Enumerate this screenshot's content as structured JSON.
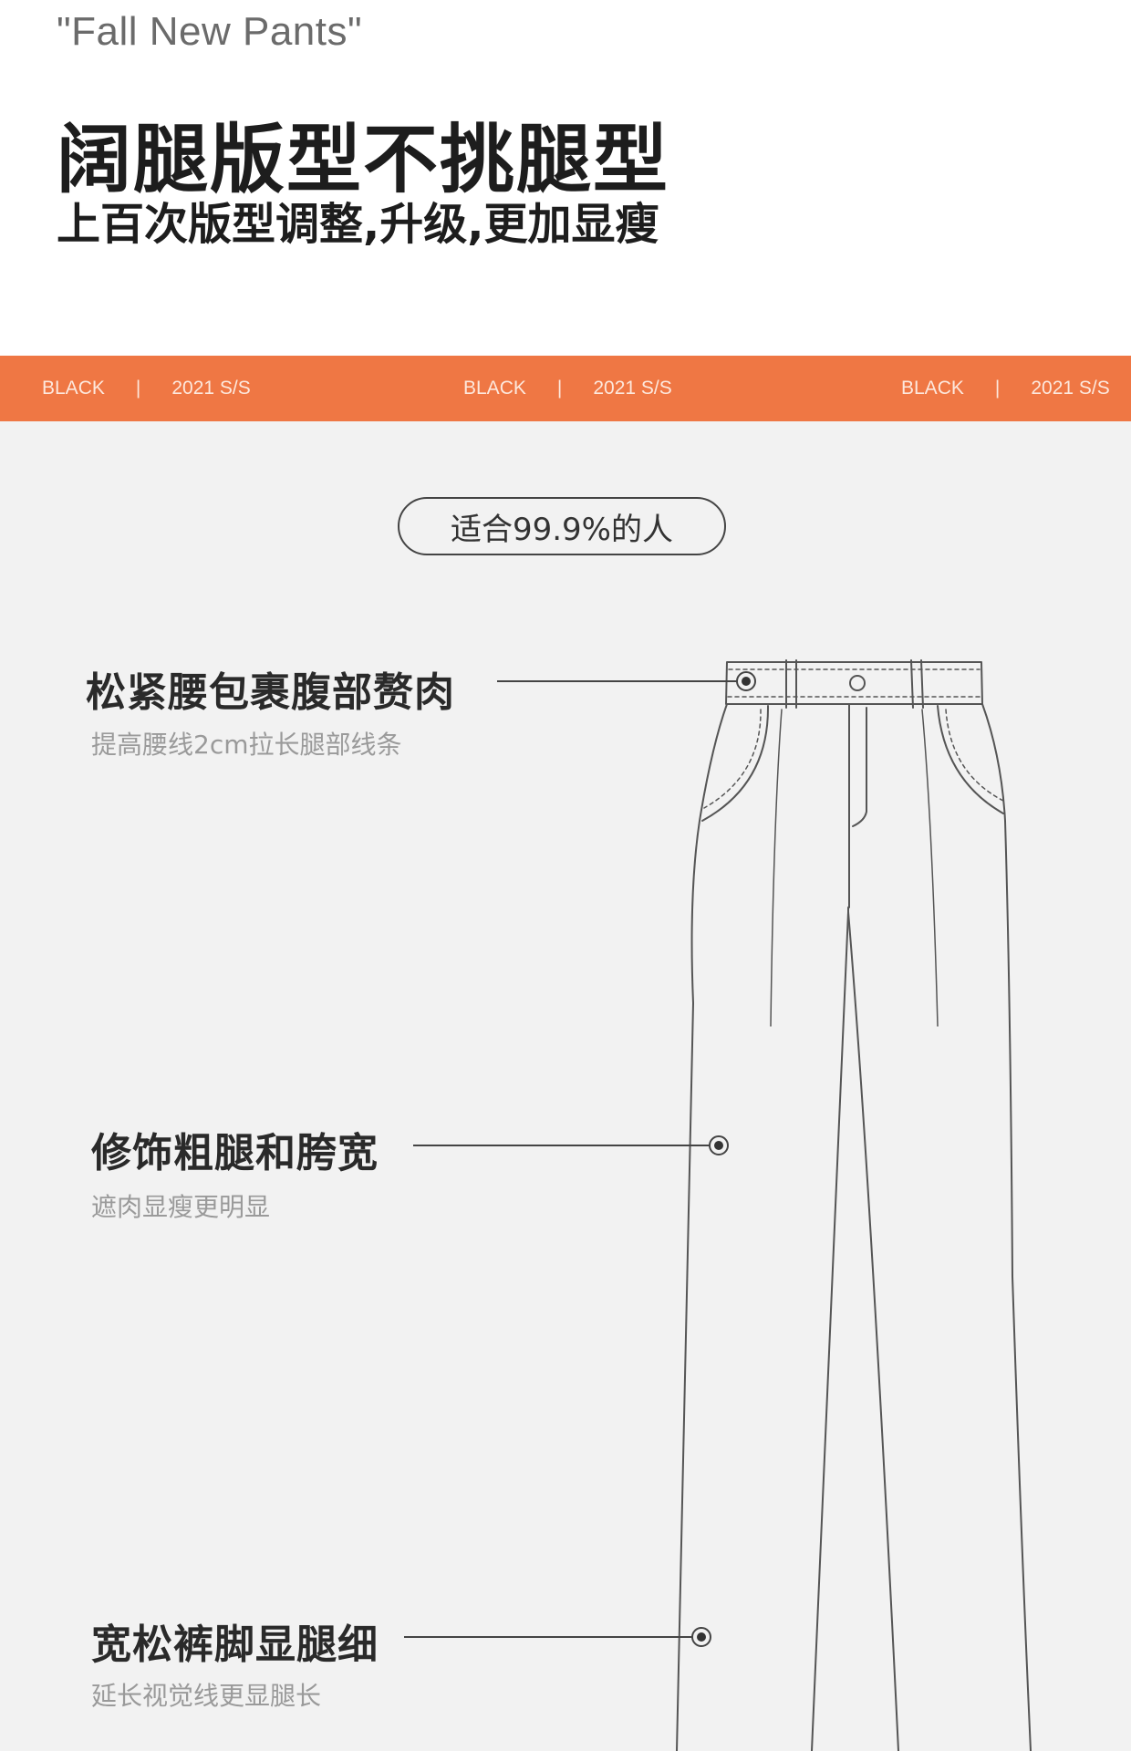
{
  "header": {
    "eyebrow": "\"Fall New Pants\"",
    "headline": "阔腿版型不挑腿型",
    "subhead": "上百次版型调整,升级,更加显瘦"
  },
  "band": {
    "color": "#ef7744",
    "groups": [
      {
        "color_label": "BLACK",
        "separator": "|",
        "season": "2021 S/S"
      },
      {
        "color_label": "BLACK",
        "separator": "|",
        "season": "2021 S/S"
      },
      {
        "color_label": "BLACK",
        "separator": "|",
        "season": "2021 S/S"
      }
    ]
  },
  "badge": "适合99.9%的人",
  "features": [
    {
      "title": "松紧腰包裹腹部赘肉",
      "desc": "提高腰线2cm拉长腿部线条"
    },
    {
      "title": "修饰粗腿和胯宽",
      "desc": "遮肉显瘦更明显"
    },
    {
      "title": "宽松裤脚显腿细",
      "desc": "延长视觉线更显腿长"
    }
  ],
  "illustration": {
    "subject": "wide-leg-pants-line-drawing"
  }
}
